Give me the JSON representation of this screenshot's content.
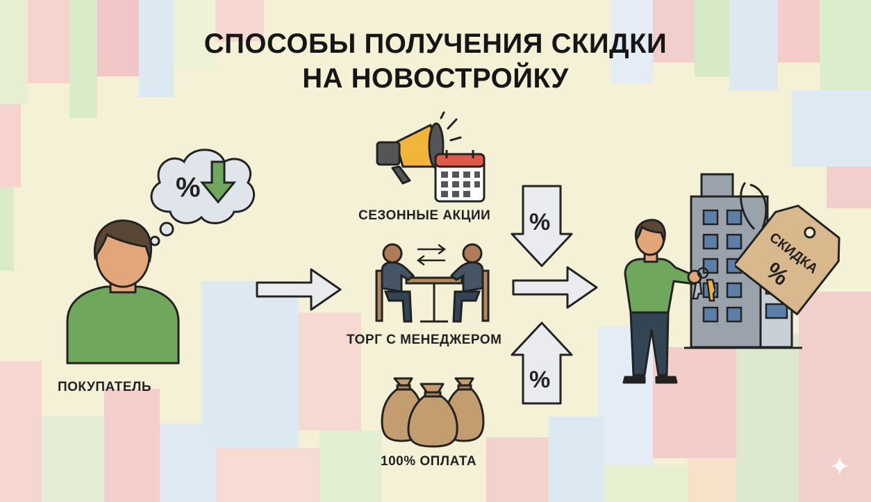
{
  "title": {
    "line1": "СПОСОБЫ ПОЛУЧЕНИЯ СКИДКИ",
    "line2": "НА НОВОСТРОЙКУ"
  },
  "buyer": {
    "label": "ПОКУПАТЕЛЬ",
    "thought_symbol": "%"
  },
  "methods": [
    {
      "label": "СЕЗОННЫЕ АКЦИИ",
      "icon": "megaphone-calendar-icon"
    },
    {
      "label": "ТОРГ С МЕНЕДЖЕРОМ",
      "icon": "negotiation-table-icon"
    },
    {
      "label": "100% ОПЛАТА",
      "icon": "money-bags-icon"
    }
  ],
  "discount_arrows": {
    "symbol": "%"
  },
  "price_tag": {
    "text": "СКИДКА",
    "symbol": "%"
  },
  "colors": {
    "accent_green": "#6fa85d",
    "arrow_gray": "#e9ebee",
    "tag_tan": "#d9b88e",
    "megaphone_yellow": "#f2b53c"
  }
}
